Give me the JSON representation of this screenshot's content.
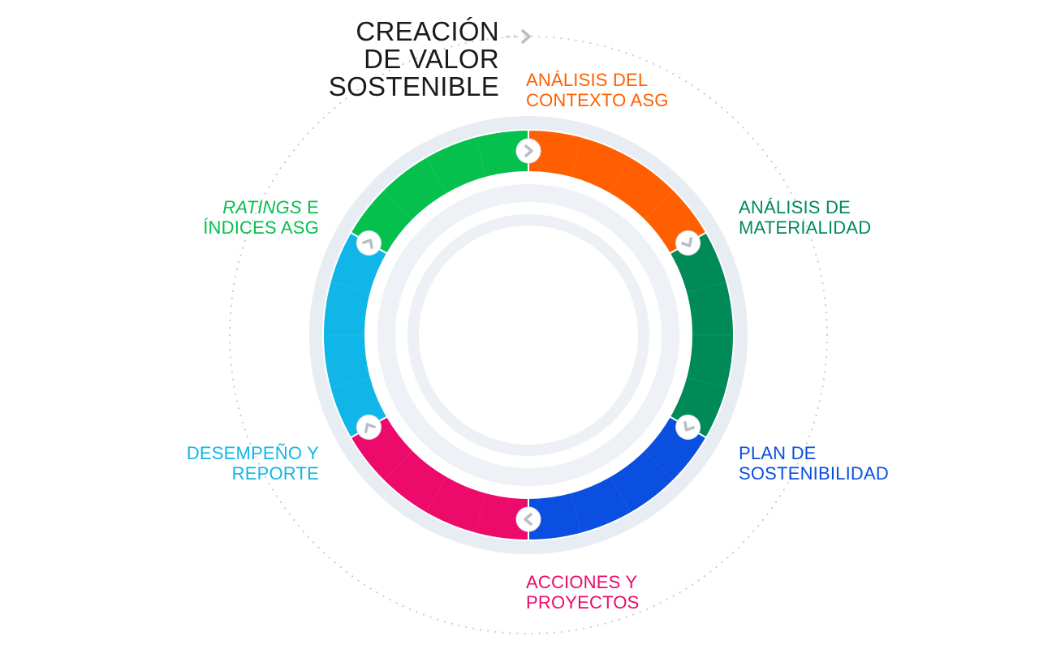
{
  "title": {
    "line1": "CREACIÓN",
    "line2": "DE VALOR",
    "line3": "SOSTENIBLE"
  },
  "stages": [
    {
      "id": "analisis-contexto",
      "line1": "ANÁLISIS DEL",
      "line2": "CONTEXTO ASG",
      "color": "#ff5f00"
    },
    {
      "id": "analisis-materialidad",
      "line1": "ANÁLISIS DE",
      "line2": "MATERIALIDAD",
      "color": "#008a58"
    },
    {
      "id": "plan-sostenibilidad",
      "line1": "PLAN DE",
      "line2": "SOSTENIBILIDAD",
      "color": "#0a4fe0"
    },
    {
      "id": "acciones-proyectos",
      "line1": "ACCIONES Y",
      "line2": "PROYECTOS",
      "color": "#ec0a6b"
    },
    {
      "id": "desempeno-reporte",
      "line1": "DESEMPEÑO Y",
      "line2": "REPORTE",
      "color": "#11b6e8"
    },
    {
      "id": "ratings-indices",
      "line1_italic": "RATINGS",
      "line1_rest": " E",
      "line2": "ÍNDICES ASG",
      "color": "#06c04e"
    }
  ],
  "colors": {
    "track": "#e8edf3",
    "inner_track": "#eceff4",
    "dots": "#c9cdd2",
    "arrow": "#b9bec4",
    "arrow_bg": "#ffffff",
    "title": "#1a1a1a"
  },
  "icons": {
    "arrow": "chevron-icon"
  }
}
